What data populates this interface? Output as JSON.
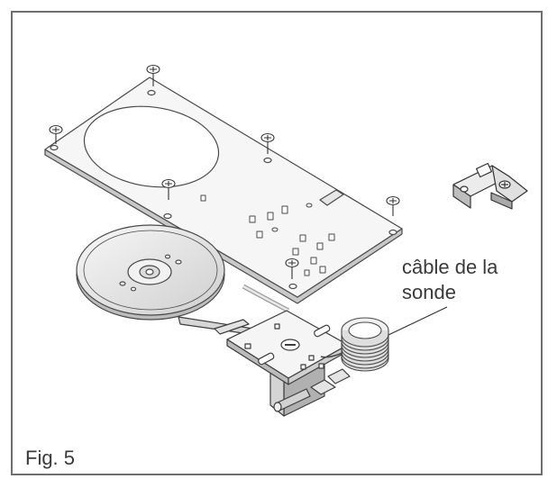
{
  "figure": {
    "label": "Fig. 5",
    "callout": "câble de la\nsonde"
  },
  "colors": {
    "frame": "#6f6f6f",
    "line": "#4a4a4a",
    "metal_light": "#f3f3f3",
    "metal_mid": "#dcdcdc",
    "metal_dark": "#a8a8a8",
    "text": "#3a3a3a"
  },
  "parts": [
    {
      "name": "mounting-plate"
    },
    {
      "name": "screw",
      "count": 6
    },
    {
      "name": "bracket-clip"
    },
    {
      "name": "heating-disc"
    },
    {
      "name": "thermostat-assembly"
    },
    {
      "name": "probe-cable-coil"
    }
  ]
}
